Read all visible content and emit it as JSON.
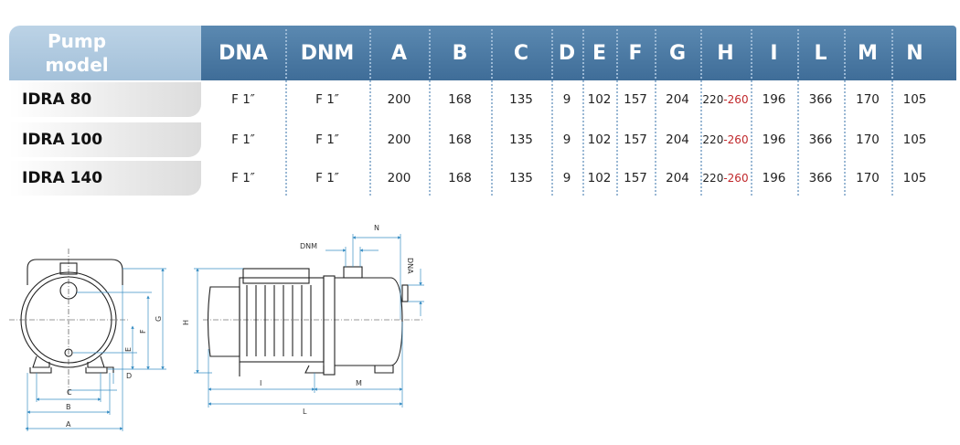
{
  "table": {
    "model_header": "Pump model",
    "columns": [
      "DNA",
      "DNM",
      "A",
      "B",
      "C",
      "D",
      "E",
      "F",
      "G",
      "H",
      "I",
      "L",
      "M",
      "N"
    ],
    "rows": [
      {
        "model": "IDRA 80",
        "DNA": "F 1″",
        "DNM": "F 1″",
        "A": "200",
        "B": "168",
        "C": "135",
        "D": "9",
        "E": "102",
        "F": "157",
        "G": "204",
        "H_low": "220",
        "H_sep": "-",
        "H_high": "260",
        "I": "196",
        "L": "366",
        "M": "170",
        "N": "105"
      },
      {
        "model": "IDRA 100",
        "DNA": "F 1″",
        "DNM": "F 1″",
        "A": "200",
        "B": "168",
        "C": "135",
        "D": "9",
        "E": "102",
        "F": "157",
        "G": "204",
        "H_low": "220",
        "H_sep": "-",
        "H_high": "260",
        "I": "196",
        "L": "366",
        "M": "170",
        "N": "105"
      },
      {
        "model": "IDRA 140",
        "DNA": "F 1″",
        "DNM": "F 1″",
        "A": "200",
        "B": "168",
        "C": "135",
        "D": "9",
        "E": "102",
        "F": "157",
        "G": "204",
        "H_low": "220",
        "H_sep": "-",
        "H_high": "260",
        "I": "196",
        "L": "366",
        "M": "170",
        "N": "105"
      }
    ]
  },
  "drawing": {
    "front_labels": {
      "A": "A",
      "B": "B",
      "C": "C",
      "D": "D",
      "E": "E",
      "F": "F",
      "G": "G"
    },
    "side_labels": {
      "H": "H",
      "I": "I",
      "L": "L",
      "M": "M",
      "N": "N",
      "DNM": "DNM",
      "DNA": "DNA"
    }
  },
  "colors": {
    "header_blue": "#4a7aa5",
    "model_header_blue": "#afc9de",
    "high_value_red": "#c0282b",
    "dimension_blue": "#3a8fc4"
  }
}
